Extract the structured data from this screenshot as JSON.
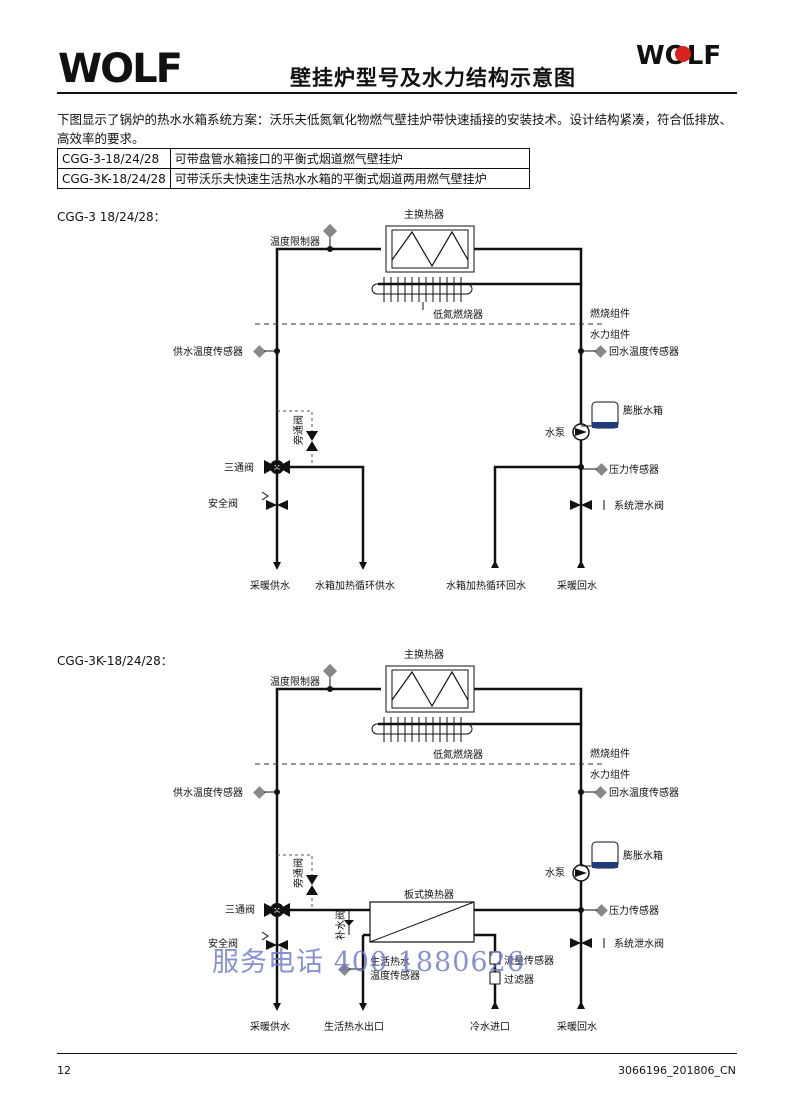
{
  "header": {
    "logo_text": "WOLF",
    "title": "壁挂炉型号及水力结构示意图"
  },
  "intro": "下图显示了锅炉的热水水箱系统方案：沃乐夫低氮氧化物燃气壁挂炉带快速插接的安装技术。设计结构紧凑，符合低排放、高效率的要求。",
  "models": [
    {
      "model": "CGG-3-18/24/28",
      "desc": "可带盘管水箱接口的平衡式烟道燃气壁挂炉"
    },
    {
      "model": "CGG-3K-18/24/28",
      "desc": "可带沃乐夫快速生活热水水箱的平衡式烟道两用燃气壁挂炉"
    }
  ],
  "diagram1": {
    "label": "CGG-3 18/24/28：",
    "labels": {
      "main_hex": "主换热器",
      "temp_limiter": "温度限制器",
      "burner": "低氮燃烧器",
      "burn_group": "燃烧组件",
      "hydro_group": "水力组件",
      "supply_sensor": "供水温度传感器",
      "return_sensor": "回水温度传感器",
      "bypass": "旁通阀",
      "expansion": "膨胀水箱",
      "pump": "水泵",
      "three_way": "三通阀",
      "pressure": "压力传感器",
      "safety": "安全阀",
      "drain": "系统泄水阀",
      "motor": "M",
      "out_heating_supply": "采暖供水",
      "out_tank_supply": "水箱加热循环供水",
      "out_tank_return": "水箱加热循环回水",
      "out_heating_return": "采暖回水"
    }
  },
  "diagram2": {
    "label": "CGG-3K-18/24/28：",
    "labels": {
      "main_hex": "主换热器",
      "temp_limiter": "温度限制器",
      "burner": "低氮燃烧器",
      "burn_group": "燃烧组件",
      "hydro_group": "水力组件",
      "supply_sensor": "供水温度传感器",
      "return_sensor": "回水温度传感器",
      "bypass": "旁通阀",
      "expansion": "膨胀水箱",
      "pump": "水泵",
      "three_way": "三通阀",
      "pressure": "压力传感器",
      "safety": "安全阀",
      "drain": "系统泄水阀",
      "motor": "M",
      "plate_hex": "板式换热器",
      "refill": "补水阀",
      "dhw_sensor_1": "生活热水",
      "dhw_sensor_2": "温度传感器",
      "flow_sensor": "流量传感器",
      "filter": "过滤器",
      "out_heating_supply": "采暖供水",
      "out_dhw": "生活热水出口",
      "in_cold": "冷水进口",
      "out_heating_return": "采暖回水"
    }
  },
  "watermark": "服务电话 400 1880626",
  "footer": {
    "page_number": "12",
    "doc_code": "3066196_201806_CN"
  }
}
